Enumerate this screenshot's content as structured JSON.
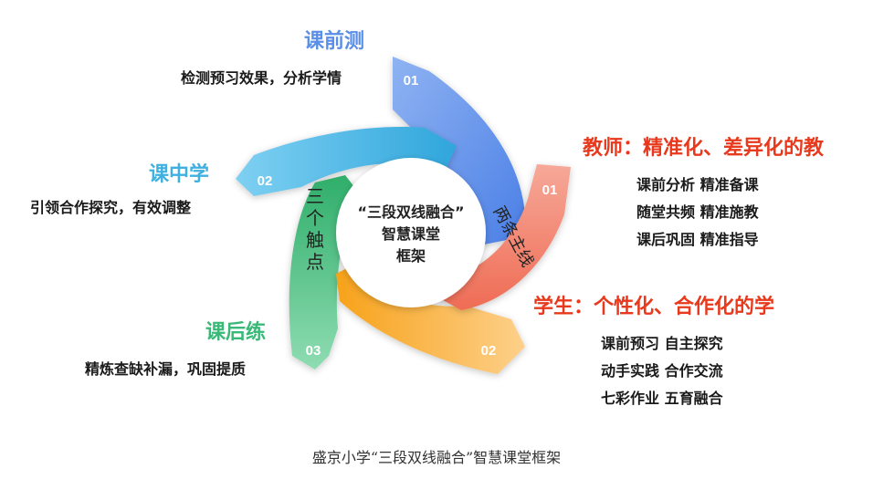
{
  "center": {
    "line1": "“三段双线融合”",
    "line2": "智慧课堂",
    "line3": "框架"
  },
  "ribbons": {
    "top": {
      "number": "01",
      "color": "#4f86e8"
    },
    "left": {
      "number": "02",
      "color": "#44b3e3"
    },
    "bottom": {
      "number": "03",
      "color": "#39bf78"
    },
    "orange": {
      "number": "02",
      "color": "#fbb13c"
    },
    "salmon": {
      "number": "01",
      "color": "#ef7c68"
    }
  },
  "spine_left_label": "三个触点",
  "spine_right_label": "两条主线",
  "stages": [
    {
      "title": "课前测",
      "desc": "检测预习效果，分析学情",
      "color": "#5b8ee6"
    },
    {
      "title": "课中学",
      "desc": "引领合作探究，有效调整",
      "color": "#3fb0e0"
    },
    {
      "title": "课后练",
      "desc": "精炼查缺补漏，巩固提质",
      "color": "#3ab878"
    }
  ],
  "teacher": {
    "title": "教师：精准化、差异化的教",
    "color": "#e8391d",
    "items": [
      "课前分析  精准备课",
      "随堂共频  精准施教",
      "课后巩固  精准指导"
    ]
  },
  "student": {
    "title": "学生：个性化、合作化的学",
    "color": "#e8391d",
    "items": [
      "课前预习  自主探究",
      "动手实践  合作交流",
      "七彩作业  五育融合"
    ]
  },
  "caption": "盛京小学“三段双线融合”智慧课堂框架"
}
